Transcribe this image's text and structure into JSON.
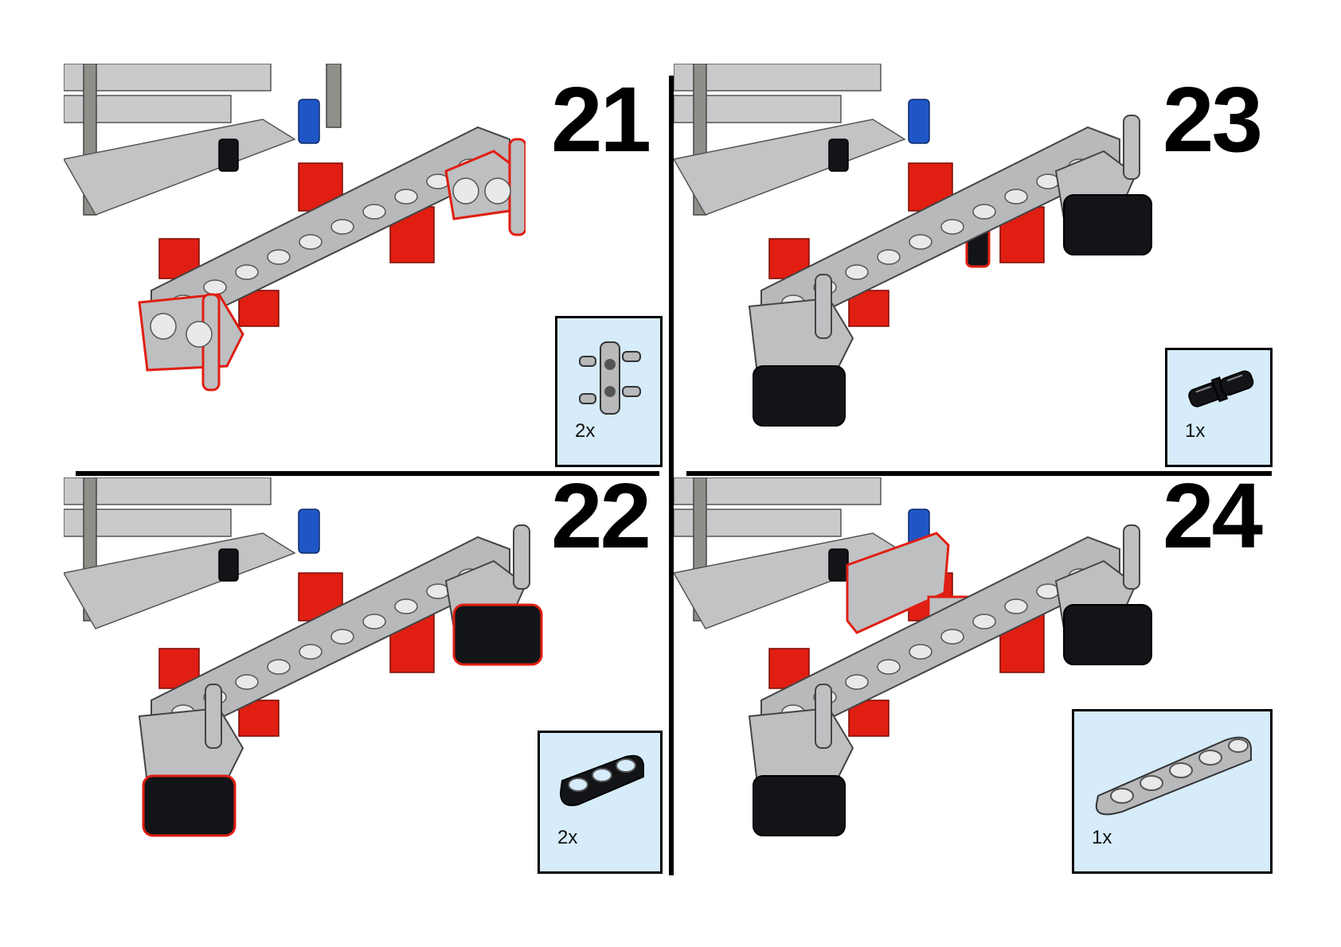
{
  "steps": [
    {
      "number": "21",
      "parts": [
        {
          "quantity": "2x",
          "part": "axle-pin-connector-double"
        }
      ]
    },
    {
      "number": "22",
      "parts": [
        {
          "quantity": "2x",
          "part": "black-beam-3"
        }
      ]
    },
    {
      "number": "23",
      "parts": [
        {
          "quantity": "1x",
          "part": "black-friction-pin"
        }
      ]
    },
    {
      "number": "24",
      "parts": [
        {
          "quantity": "1x",
          "part": "grey-beam-5"
        }
      ]
    }
  ],
  "colors": {
    "parts_box_bg": "#d6ecfb",
    "beam_grey": "#b7b9bb",
    "highlight_red": "#e01e12",
    "pin_blue": "#1f56c6",
    "pin_black": "#121417"
  }
}
